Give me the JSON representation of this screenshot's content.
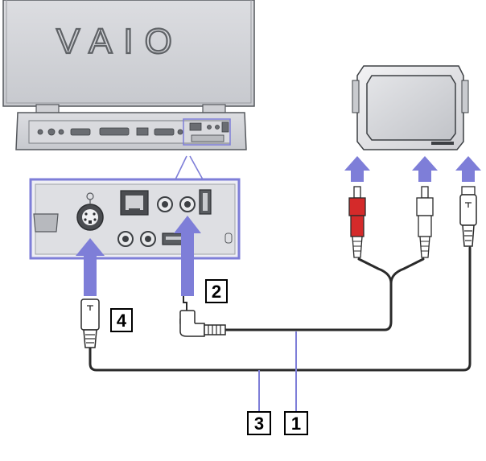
{
  "laptop": {
    "logo": "VAIO"
  },
  "callouts": [
    {
      "id": "cable-av-label",
      "text": "1"
    },
    {
      "id": "av-jack-label",
      "text": "2"
    },
    {
      "id": "cable-svideo-label",
      "text": "3"
    },
    {
      "id": "svideo-plug-label",
      "text": "4"
    }
  ],
  "colors": {
    "arrow": "#7e7ed8",
    "highlight_border": "#7e7ed8",
    "highlight_fill": "#eeeef4",
    "laptop_body": "#d6d7db",
    "cable": "#2a2a2a",
    "red_plug": "#d42a2a"
  }
}
